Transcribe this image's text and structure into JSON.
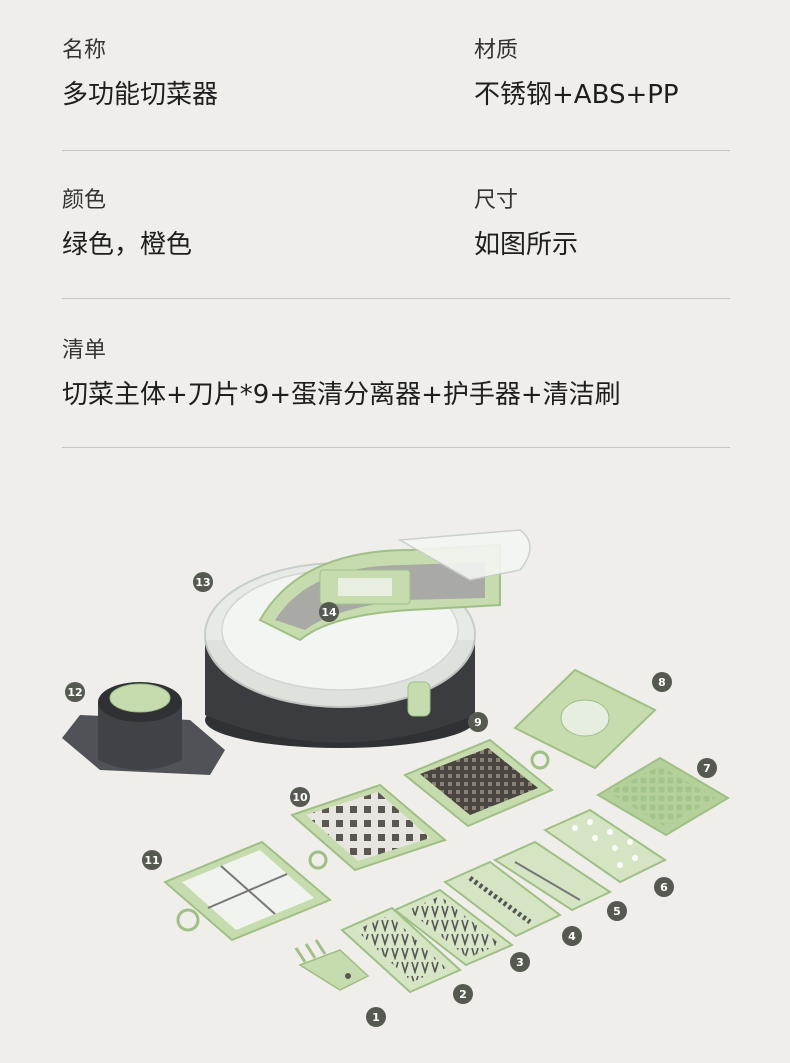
{
  "specs": {
    "name": {
      "label": "名称",
      "value": "多功能切菜器"
    },
    "material": {
      "label": "材质",
      "value": "不锈钢+ABS+PP"
    },
    "color": {
      "label": "颜色",
      "value": "绿色，橙色"
    },
    "size": {
      "label": "尺寸",
      "value": "如图所示"
    },
    "list": {
      "label": "清单",
      "value": "切菜主体+刀片*9+蛋清分离器+护手器+清洁刷"
    }
  },
  "colors": {
    "background": "#efeeea",
    "accent_green": "#c6dcae",
    "accent_green_dark": "#9fbf85",
    "bowl_dark": "#3a3c40",
    "badge": "#55594f"
  },
  "parts": [
    "1",
    "2",
    "3",
    "4",
    "5",
    "6",
    "7",
    "8",
    "9",
    "10",
    "11",
    "12",
    "13",
    "14"
  ]
}
